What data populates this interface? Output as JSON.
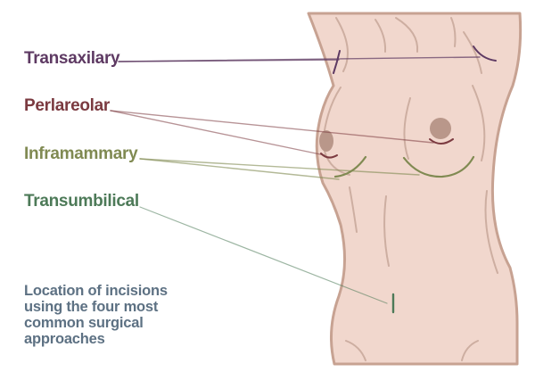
{
  "colors": {
    "skin_fill": "#f1d7cd",
    "skin_outline": "#c7a292",
    "shadow_line": "#cdaea1",
    "areola": "#b9978a",
    "transaxillary": "#5e3a63",
    "periareolar": "#7b3a40",
    "inframammary": "#808a52",
    "transumbilical": "#4d7a58",
    "caption": "#5d7183"
  },
  "labels": {
    "transaxillary": "Transaxilary",
    "periareolar": "Perlareolar",
    "inframammary": "Inframammary",
    "transumbilical": "Transumbilical"
  },
  "caption": {
    "lines": [
      "Location of incisions",
      "using the four most",
      "common surgical",
      "approaches"
    ]
  }
}
